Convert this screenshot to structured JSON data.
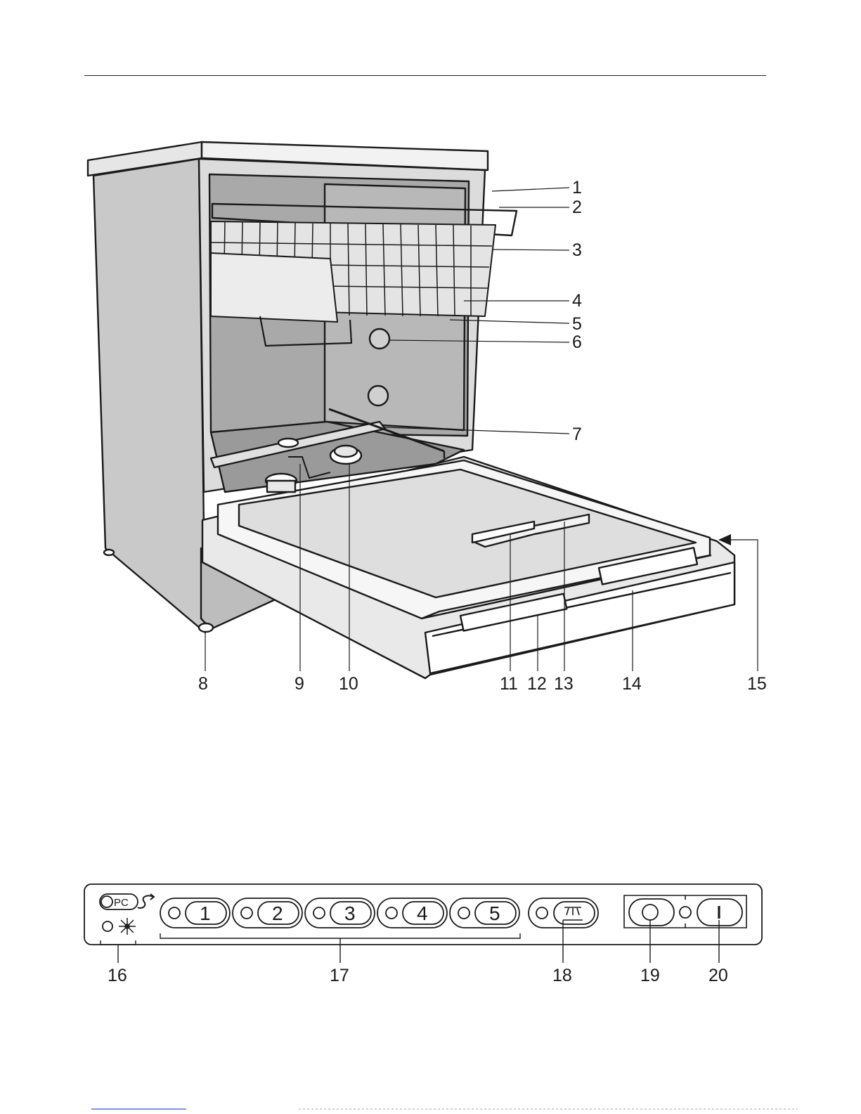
{
  "figure": {
    "callouts": {
      "c1": "1",
      "c2": "2",
      "c3": "3",
      "c4": "4",
      "c5": "5",
      "c6": "6",
      "c7": "7",
      "c8": "8",
      "c9": "9",
      "c10": "10",
      "c11": "11",
      "c12": "12",
      "c13": "13",
      "c14": "14",
      "c15": "15"
    }
  },
  "control_panel": {
    "pc_label": "PC",
    "program_buttons": [
      "1",
      "2",
      "3",
      "4",
      "5"
    ],
    "callouts": {
      "c16": "16",
      "c17": "17",
      "c18": "18",
      "c19": "19",
      "c20": "20"
    }
  },
  "colors": {
    "line": "#1a1a1a",
    "cabinet_grey": "#c9c9c9",
    "interior_grey": "#a9a9a9",
    "panel_fill": "#ffffff"
  }
}
